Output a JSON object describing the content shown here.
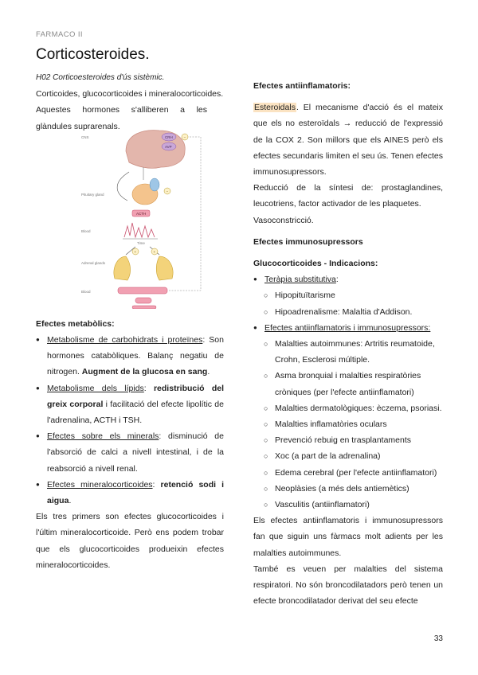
{
  "header": "FARMACO II",
  "title": "Corticosteroides.",
  "left": {
    "subtitle": "H02 Corticoesteroides d'ús sistèmic.",
    "intro1": "Corticoides, glucocorticoides i mineralocorticoides.",
    "intro2": "Aquestes hormones s'alliberen a les glàndules suprarenals.",
    "figure_labels": {
      "cns": "CNS",
      "pituitary": "Pituitary gland",
      "blood1": "Blood",
      "adrenal": "Adrenal glands",
      "blood2": "Blood",
      "crh": "CRH",
      "avp": "AVP",
      "acth": "ACTH",
      "time": "Time",
      "minus": "−",
      "plus": "+"
    },
    "metab_heading": "Efectes metabòlics:",
    "metab_items": [
      {
        "u": "Metabolisme de carbohidrats i proteïnes",
        "t1": ": Son hormones catabòliques. Balanç negatiu de nitrogen. ",
        "b": "Augment de la glucosa en sang",
        "t2": "."
      },
      {
        "u": "Metabolisme dels lípids",
        "t1": ": ",
        "b": "redistribució del greix corporal",
        "t2": " i facilitació del efecte lipolític de l'adrenalina, ACTH i TSH."
      },
      {
        "u": "Efectes sobre els minerals",
        "t1": ": disminució de l'absorció de calci a nivell intestinal, i de la reabsorció a nivell renal.",
        "b": "",
        "t2": ""
      },
      {
        "u": "Efectes mineralocorticoides",
        "t1": ": ",
        "b": "retenció sodi i aigua",
        "t2": "."
      }
    ],
    "closing": "Els tres primers son efectes glucocorticoides i l'últim mineralocorticoide. Però ens podem trobar que els glucocorticoides produeixin efectes mineralocorticoides."
  },
  "right": {
    "antiinf_heading": "Efectes antiinflamatoris:",
    "antiinf_hl": "Esteroidals",
    "antiinf_text": ". El mecanisme d'acció és el mateix que els no esteroïdals → reducció de l'expressió de la COX 2. Son millors que els AINES però els efectes secundaris limiten el seu ús. Tenen efectes immunosupressors.",
    "reduction": "Reducció de la síntesi de: prostaglandines, leucotriens, factor activador de les plaquetes.",
    "vaso": "Vasoconstricció.",
    "immuno_heading": "Efectes immunosupressors",
    "gluco_heading": "Glucocorticoides - Indicacions:",
    "ind1_label": "Teràpia substitutiva",
    "ind1_items": [
      "Hipopituïtarisme",
      "Hipoadrenalisme: Malaltia d'Addison."
    ],
    "ind2_label": "Efectes antiinflamatoris i immunosupressors:",
    "ind2_items": [
      "Malalties autoimmunes: Artritis reumatoide, Crohn, Esclerosi múltiple.",
      "Asma bronquial i malalties respiratòries cròniques (per l'efecte antiinflamatori)",
      "Malalties dermatològiques: èczema, psoriasi.",
      "Malalties inflamatòries oculars",
      "Prevenció rebuig en trasplantaments",
      "Xoc (a part de la adrenalina)",
      "Edema cerebral (per l'efecte antiinflamatori)",
      "Neoplàsies (a més dels antiemètics)",
      "Vasculitis (antiinflamatori)"
    ],
    "para1": "Els efectes antiinflamatoris i immunosupressors fan que siguin uns fàrmacs molt adients per les malalties autoimmunes.",
    "para2": "També es veuen per malalties del sistema respiratori. No són broncodilatadors però tenen un efecte broncodilatador derivat del seu efecte"
  },
  "page_number": "33"
}
